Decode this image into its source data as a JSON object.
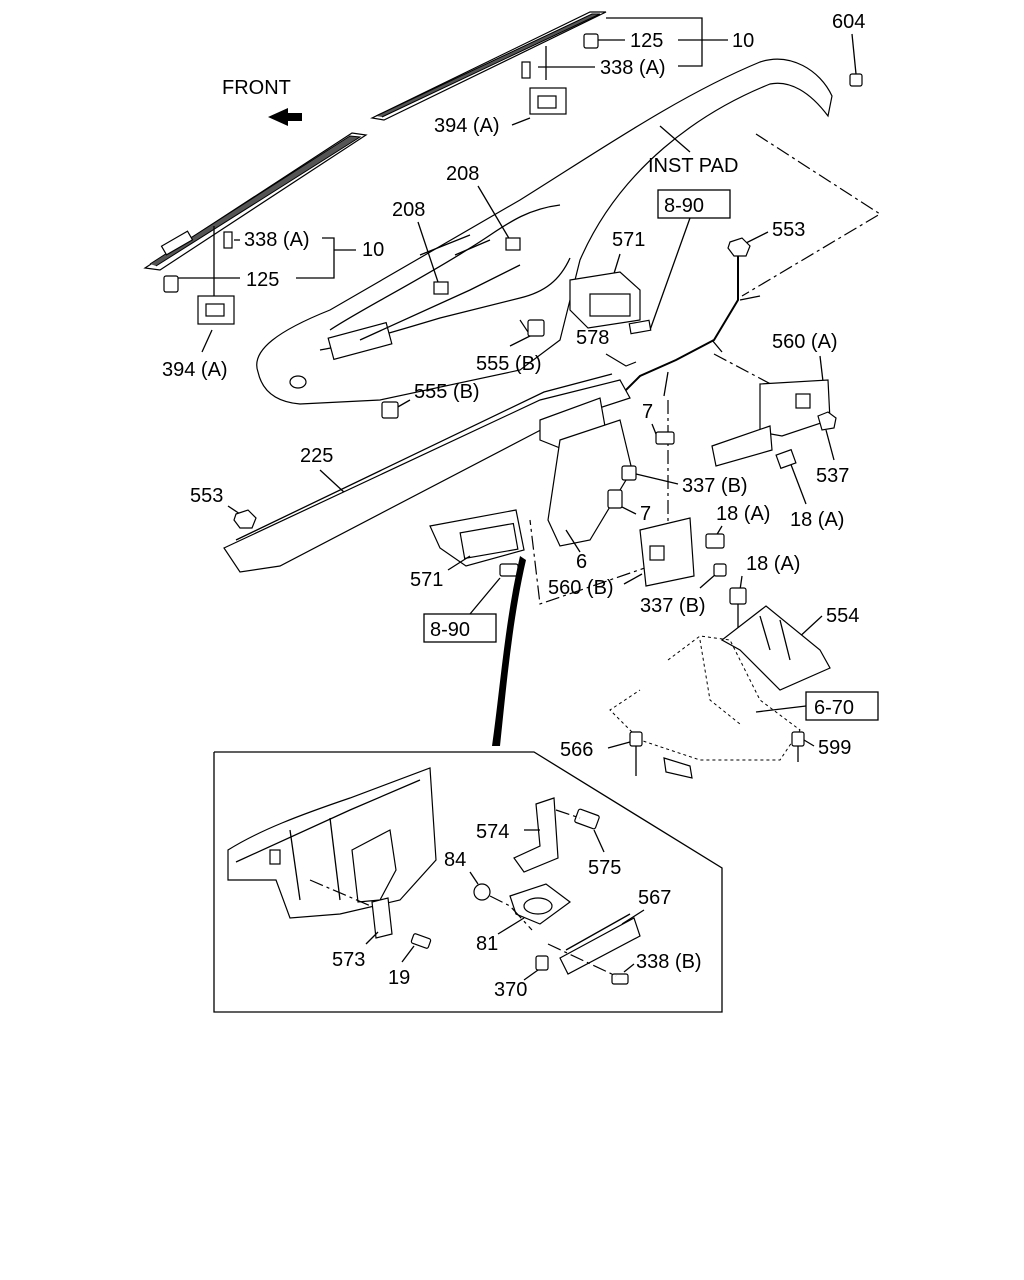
{
  "diagram": {
    "direction_label": "FRONT",
    "inst_pad_label": "INST PAD",
    "callouts": {
      "c604": "604",
      "c125_top": "125",
      "c10_top": "10",
      "c338a_top": "338 (A)",
      "c394a_top": "394 (A)",
      "c208_right": "208",
      "c208_left": "208",
      "c8_90_top": "8-90",
      "c571_top": "571",
      "c553_top": "553",
      "c338a_left": "338 (A)",
      "c10_left": "10",
      "c125_left": "125",
      "c578": "578",
      "c560a": "560 (A)",
      "c394a_left": "394 (A)",
      "c555b_mid": "555 (B)",
      "c555b_left": "555 (B)",
      "c7_top": "7",
      "c225": "225",
      "c537": "537",
      "c337b_top": "337 (B)",
      "c18a_right": "18 (A)",
      "c553_left": "553",
      "c7_mid": "7",
      "c18a_mid": "18 (A)",
      "c6": "6",
      "c571_bottom": "571",
      "c560b": "560 (B)",
      "c18a_low": "18 (A)",
      "c337b_low": "337 (B)",
      "c554": "554",
      "c8_90_bottom": "8-90",
      "c6_70": "6-70",
      "c566": "566",
      "c599": "599",
      "c574": "574",
      "c84": "84",
      "c575": "575",
      "c567": "567",
      "c81": "81",
      "c573": "573",
      "c338b": "338 (B)",
      "c19": "19",
      "c370": "370"
    }
  }
}
